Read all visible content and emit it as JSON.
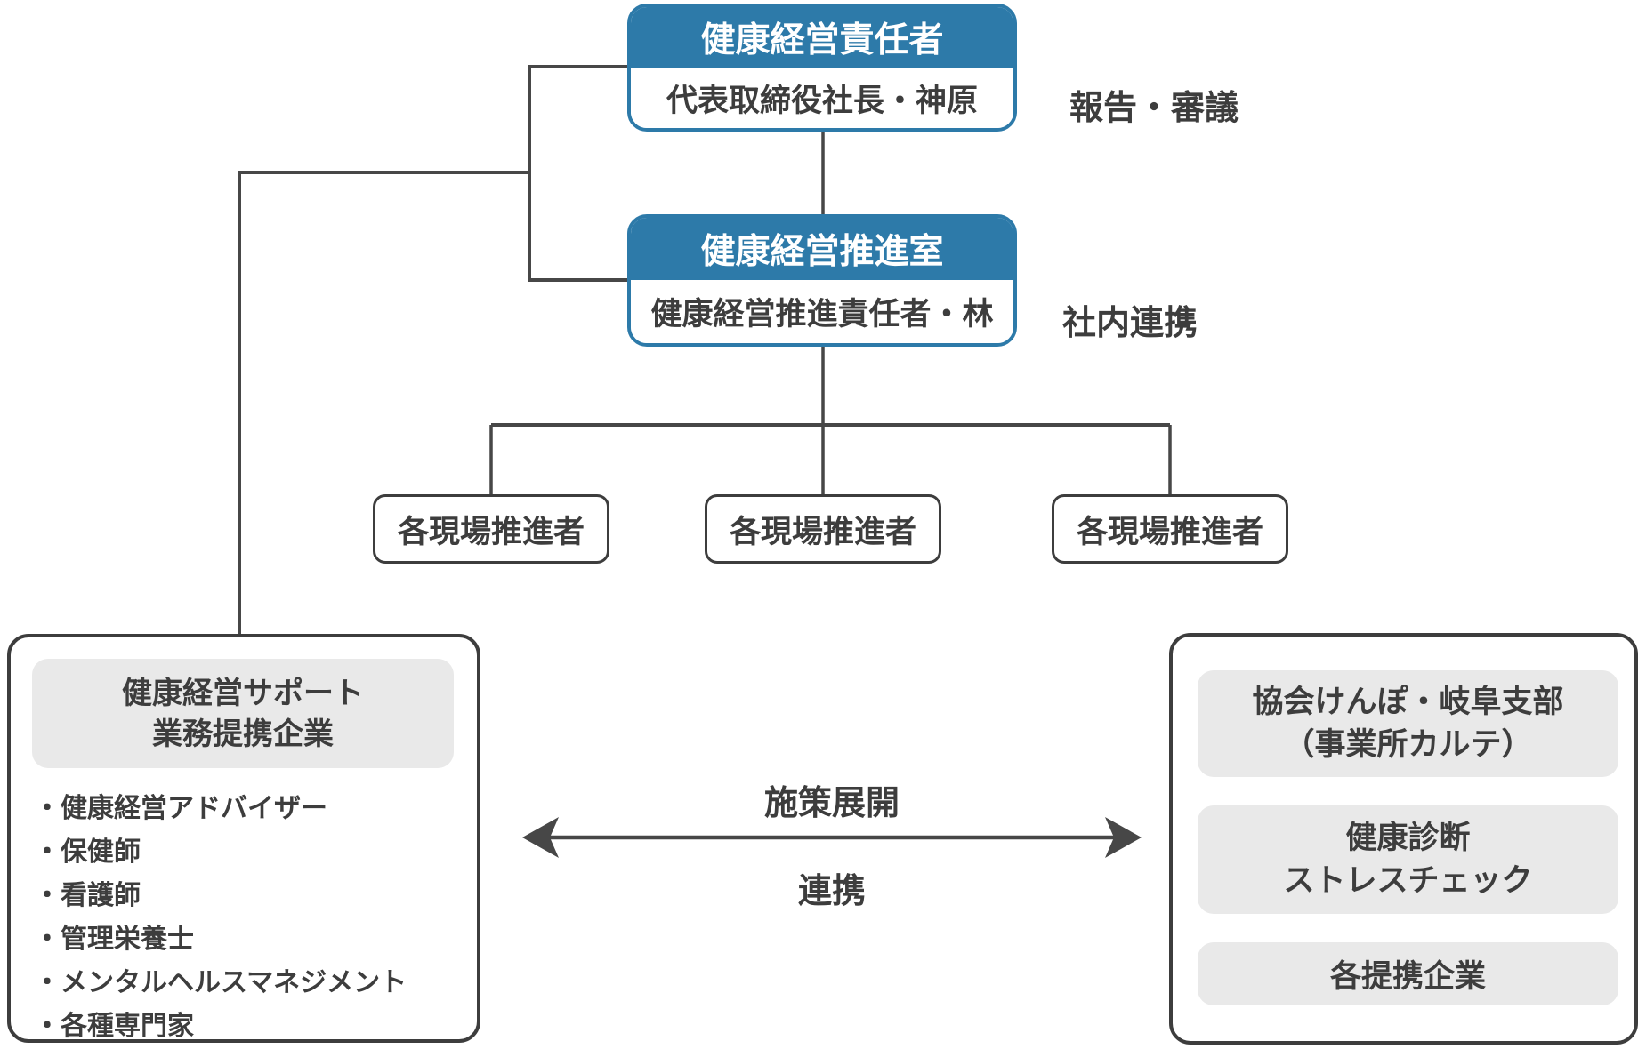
{
  "colors": {
    "accent_blue": "#2d7aa9",
    "dark_gray": "#3d3d3d",
    "line_gray": "#474747",
    "panel_gray": "#e9e9e9"
  },
  "org_chart": {
    "top_box": {
      "header": "健康経営責任者",
      "body": "代表取締役社長・神原",
      "side_label": "報告・審議"
    },
    "promotion_office": {
      "header": "健康経営推進室",
      "body": "健康経営推進責任者・林",
      "side_label": "社内連携"
    },
    "site_promoters": [
      {
        "label": "各現場推進者"
      },
      {
        "label": "各現場推進者"
      },
      {
        "label": "各現場推進者"
      }
    ]
  },
  "left_partner_box": {
    "title_line1": "健康経営サポート",
    "title_line2": "業務提携企業",
    "items": [
      "・健康経営アドバイザー",
      "・保健師",
      "・看護師",
      "・管理栄養士",
      "・メンタルヘルスマネジメント",
      "・各種専門家"
    ]
  },
  "right_partner_box": {
    "items": [
      {
        "line1": "協会けんぽ・岐阜支部",
        "line2": "（事業所カルテ）"
      },
      {
        "line1": "健康診断",
        "line2": "ストレスチェック"
      },
      {
        "line1": "各提携企業"
      }
    ]
  },
  "relationship": {
    "top_label": "施策展開",
    "bottom_label": "連携"
  }
}
